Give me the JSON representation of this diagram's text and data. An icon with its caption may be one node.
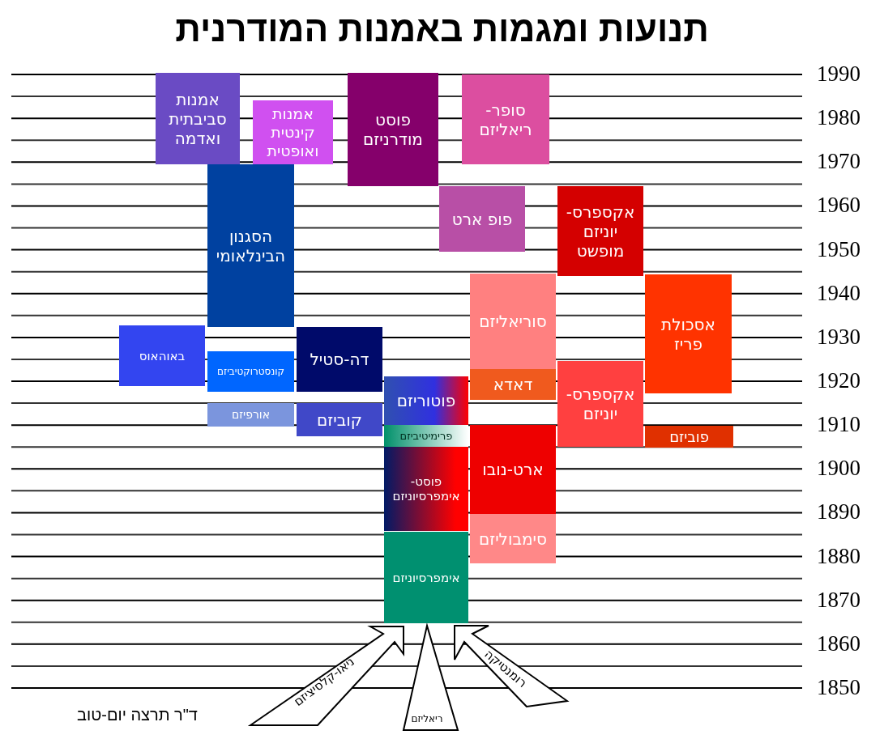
{
  "diagram": {
    "title": "תנועות ומגמות באמנות המודרנית",
    "nodes": [
      {
        "text": [
          "אמנות סביבתית ואדמה"
        ]
      },
      {
        "text": [
          "אמנות קינטית ואופטית"
        ]
      },
      {
        "text": [
          "פוסט מודרניזם"
        ]
      },
      {
        "text": [
          "סופר-ריאליזם"
        ]
      },
      {
        "text": [
          "הסגנון הבינלאומי"
        ]
      },
      {
        "text": [
          "פופ ארט"
        ]
      },
      {
        "text": [
          "אקספרס-יוניזם מופשט"
        ]
      },
      {
        "text": [
          "סוריאליזם"
        ]
      },
      {
        "text": [
          "אסכולת פריז"
        ]
      },
      {
        "text": [
          "באוהאוס"
        ]
      },
      {
        "text": [
          "דה-סטיל"
        ]
      },
      {
        "text": [
          "קונסטרוקטיביזם"
        ]
      },
      {
        "text": [
          "דאדא"
        ]
      },
      {
        "text": [
          "אקספרס-יוניזם"
        ]
      },
      {
        "text": [
          "פוטוריזם"
        ]
      },
      {
        "text": [
          "אורפיזם"
        ]
      },
      {
        "text": [
          "קוביזם"
        ]
      },
      {
        "text": [
          "פוביזם"
        ]
      },
      {
        "text": [
          "פרימיטיביזם"
        ]
      },
      {
        "text": [
          "ארט-נובו"
        ]
      },
      {
        "text": [
          "פוסט-אימפרסיוניזם"
        ]
      },
      {
        "text": [
          "סימבוליזם"
        ]
      },
      {
        "text": [
          "אימפרסיוניזם"
        ]
      },
      {
        "text": [
          "ניאו-קלסיציזם"
        ]
      },
      {
        "text": [
          "ריאליזם"
        ]
      },
      {
        "text": [
          "רומנטיקה"
        ]
      }
    ],
    "edges": [
      {
        "from": 23,
        "to": 22,
        "arrow": "to"
      },
      {
        "from": 24,
        "to": 22,
        "arrow": "to"
      },
      {
        "from": 25,
        "to": 22,
        "arrow": "to"
      }
    ],
    "labels": [
      "1990",
      "1980",
      "1970",
      "1960",
      "1950",
      "1940",
      "1930",
      "1920",
      "1910",
      "1900",
      "1890",
      "1880",
      "1870",
      "1860",
      "1850",
      "ד\"ר תרצה יום-טוב"
    ]
  }
}
